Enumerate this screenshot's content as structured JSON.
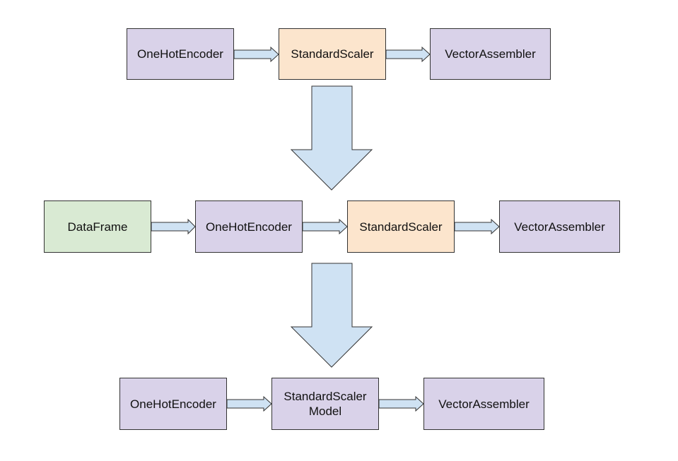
{
  "diagram": {
    "rows": [
      {
        "name": "stage-row",
        "nodes": [
          {
            "id": "r1-ohe",
            "label": "OneHotEncoder",
            "role": "transformer"
          },
          {
            "id": "r1-ss",
            "label": "StandardScaler",
            "role": "estimator"
          },
          {
            "id": "r1-va",
            "label": "VectorAssembler",
            "role": "transformer"
          }
        ]
      },
      {
        "name": "fit-row",
        "nodes": [
          {
            "id": "r2-df",
            "label": "DataFrame",
            "role": "data"
          },
          {
            "id": "r2-ohe",
            "label": "OneHotEncoder",
            "role": "transformer"
          },
          {
            "id": "r2-ss",
            "label": "StandardScaler",
            "role": "estimator"
          },
          {
            "id": "r2-va",
            "label": "VectorAssembler",
            "role": "transformer"
          }
        ]
      },
      {
        "name": "model-row",
        "nodes": [
          {
            "id": "r3-ohe",
            "label": "OneHotEncoder",
            "role": "transformer"
          },
          {
            "id": "r3-ssm",
            "label": "StandardScaler\nModel",
            "role": "transformer"
          },
          {
            "id": "r3-va",
            "label": "VectorAssembler",
            "role": "transformer"
          }
        ]
      }
    ],
    "edges": [
      {
        "from": "r1-ohe",
        "to": "r1-ss"
      },
      {
        "from": "r1-ss",
        "to": "r1-va"
      },
      {
        "from": "r2-df",
        "to": "r2-ohe"
      },
      {
        "from": "r2-ohe",
        "to": "r2-ss"
      },
      {
        "from": "r2-ss",
        "to": "r2-va"
      },
      {
        "from": "r3-ohe",
        "to": "r3-ssm"
      },
      {
        "from": "r3-ssm",
        "to": "r3-va"
      }
    ],
    "transitions": [
      {
        "from": "stage-row",
        "to": "fit-row"
      },
      {
        "from": "fit-row",
        "to": "model-row"
      }
    ]
  },
  "colors": {
    "transformer": "#d9d2e9",
    "estimator": "#fce5cd",
    "data": "#d9ead3",
    "arrow_fill": "#cfe2f3",
    "stroke": "#333333"
  }
}
